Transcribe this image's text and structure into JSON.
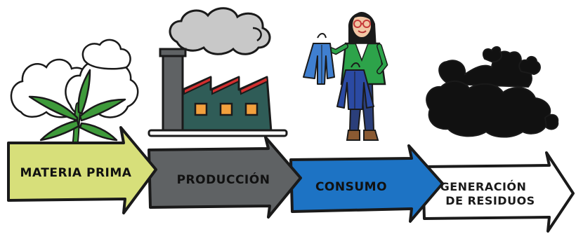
{
  "stages": [
    {
      "label": "MATERIA PRIMA",
      "color": "#d7df7a",
      "icon": "cotton-plant-icon"
    },
    {
      "label": "PRODUCCIÓN",
      "color": "#5f6264",
      "icon": "factory-icon"
    },
    {
      "label": "CONSUMO",
      "color": "#1d73c4",
      "icon": "person-holding-jackets-icon"
    },
    {
      "label": "GENERACIÓN",
      "label2": "DE RESIDUOS",
      "color": "#ffffff",
      "icon": "garbage-bags-icon"
    }
  ],
  "colors": {
    "outline": "#1a1a1a",
    "factory": "#2f5c57",
    "factory_windows": "#f2a03d",
    "cloud": "#c8c8c8",
    "cotton_leaf": "#3e9a3a",
    "garbage": "#111111",
    "jacket_light": "#3f7fd0",
    "jacket_dark": "#2b4aa3",
    "blazer": "#2da34a"
  }
}
